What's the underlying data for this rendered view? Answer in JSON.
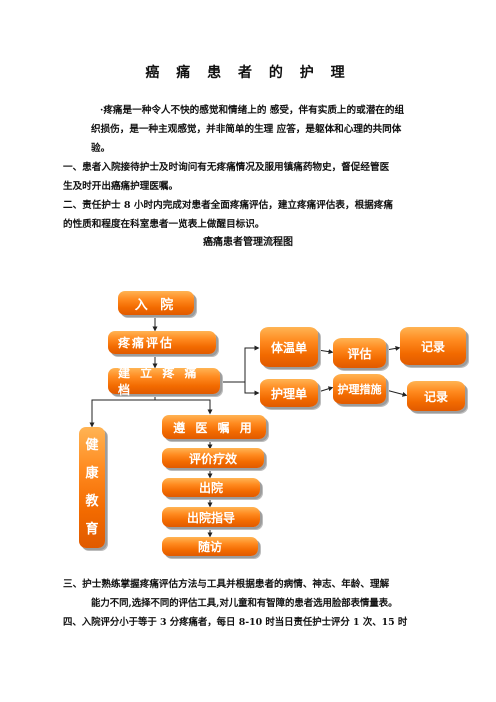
{
  "title": "癌 痛 患 者 的 护 理",
  "paragraphs": {
    "intro_1": "·疼痛是一种令人不快的感觉和情绪上的  感受，伴有实质上的或潜在的组",
    "intro_2": "织损伤，是一种主观感觉，并非简单的生理    应答，是躯体和心理的共同体",
    "intro_3": "验。",
    "p1_1": "一、患者入院接待护士及时询问有无疼痛情况及服用镇痛药物史，督促经管医",
    "p1_2": "生及时开出癌痛护理医嘱。",
    "p2_1": "二、责任护士 8 小时内完成对患者全面疼痛评估，建立疼痛评估表，根据疼痛",
    "p2_2": "的性质和程度在科室患者一览表上做醒目标识。",
    "p3_1": "三、护士熟练掌握疼痛评估方法与工具并根据患者的病情、神志、年龄、理解",
    "p3_2": "能力不同,选择不同的评估工具,对儿童和有智障的患者选用脸部表情量表。",
    "p4_1": "四、入院评分小于等于 3 分疼痛者，每日 8-10 时当日责任护士评分 1 次、15 时"
  },
  "flowchart": {
    "title": "癌痛患者管理流程图",
    "admission": "入 院",
    "pain_assessment": "疼痛评估",
    "build_file": "建 立 疼 痛 档",
    "temp_sheet": "体温单",
    "assess": "评估",
    "record_1": "记录",
    "nursing_sheet": "护理单",
    "nursing_measures": "护理措施",
    "record_2": "记录",
    "health_education": [
      "健",
      "康",
      "教",
      "育"
    ],
    "follow_orders": "遵 医 嘱 用",
    "evaluate_efficacy": "评价疗效",
    "discharge": "出院",
    "discharge_guidance": "出院指导",
    "follow_up": "随访"
  }
}
